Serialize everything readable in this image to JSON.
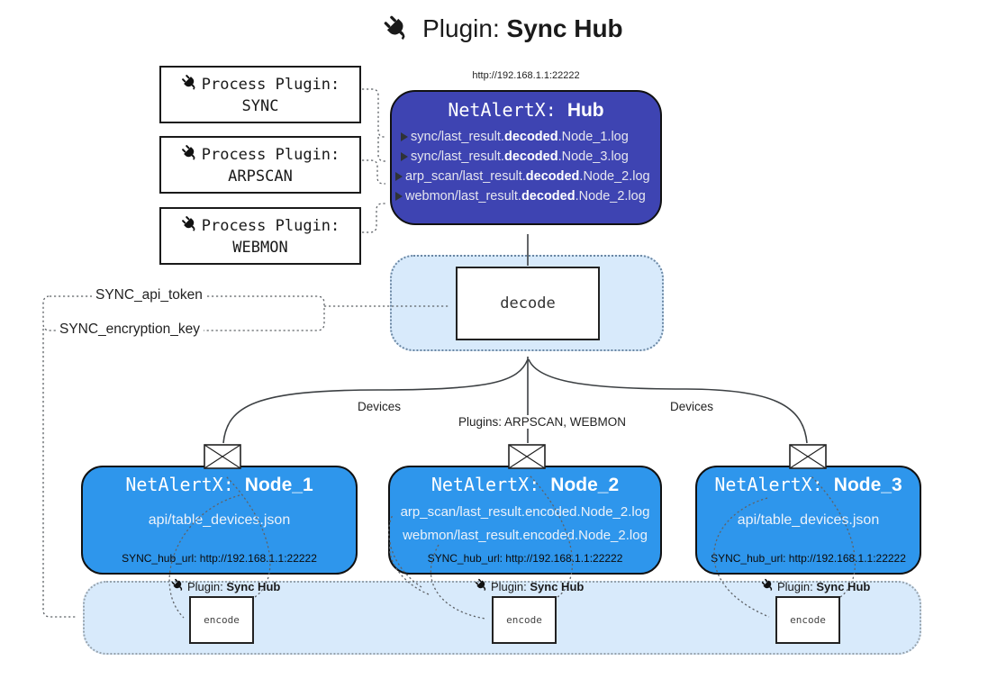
{
  "title": {
    "prefix": "Plugin:",
    "name": "Sync Hub"
  },
  "hub": {
    "url": "http://192.168.1.1:22222",
    "title_prefix": "NetAlertX:",
    "title_name": "Hub",
    "files": [
      {
        "pre": "sync/last_result.",
        "mid": "decoded",
        "post": ".Node_1.log"
      },
      {
        "pre": "sync/last_result.",
        "mid": "decoded",
        "post": ".Node_3.log"
      },
      {
        "pre": "arp_scan/last_result.",
        "mid": "decoded",
        "post": ".Node_2.log"
      },
      {
        "pre": "webmon/last_result.",
        "mid": "decoded",
        "post": ".Node_2.log"
      }
    ]
  },
  "process_plugins": [
    {
      "label": "Process Plugin:",
      "name": "SYNC"
    },
    {
      "label": "Process Plugin:",
      "name": "ARPSCAN"
    },
    {
      "label": "Process Plugin:",
      "name": "WEBMON"
    }
  ],
  "settings": {
    "api_token": "SYNC_api_token",
    "encryption_key": "SYNC_encryption_key"
  },
  "decode_box": {
    "label": "decode"
  },
  "edge_labels": {
    "left": "Devices",
    "middle": "Plugins: ARPSCAN, WEBMON",
    "right": "Devices"
  },
  "nodes": [
    {
      "title_prefix": "NetAlertX:",
      "title_name": "Node_1",
      "files": [
        "api/table_devices.json"
      ],
      "hub_url": "SYNC_hub_url: http://192.168.1.1:22222"
    },
    {
      "title_prefix": "NetAlertX:",
      "title_name": "Node_2",
      "files": [
        "arp_scan/last_result.encoded.Node_2.log",
        "webmon/last_result.encoded.Node_2.log"
      ],
      "hub_url": "SYNC_hub_url: http://192.168.1.1:22222"
    },
    {
      "title_prefix": "NetAlertX:",
      "title_name": "Node_3",
      "files": [
        "api/table_devices.json"
      ],
      "hub_url": "SYNC_hub_url: http://192.168.1.1:22222"
    }
  ],
  "encode_band": {
    "labels": [
      {
        "prefix": "Plugin:",
        "name": "Sync Hub"
      },
      {
        "prefix": "Plugin:",
        "name": "Sync Hub"
      },
      {
        "prefix": "Plugin:",
        "name": "Sync Hub"
      }
    ],
    "encode_label": "encode"
  },
  "colors": {
    "hub": "#3E44B2",
    "node": "#2E96EC",
    "band": "#D8EAFB"
  }
}
